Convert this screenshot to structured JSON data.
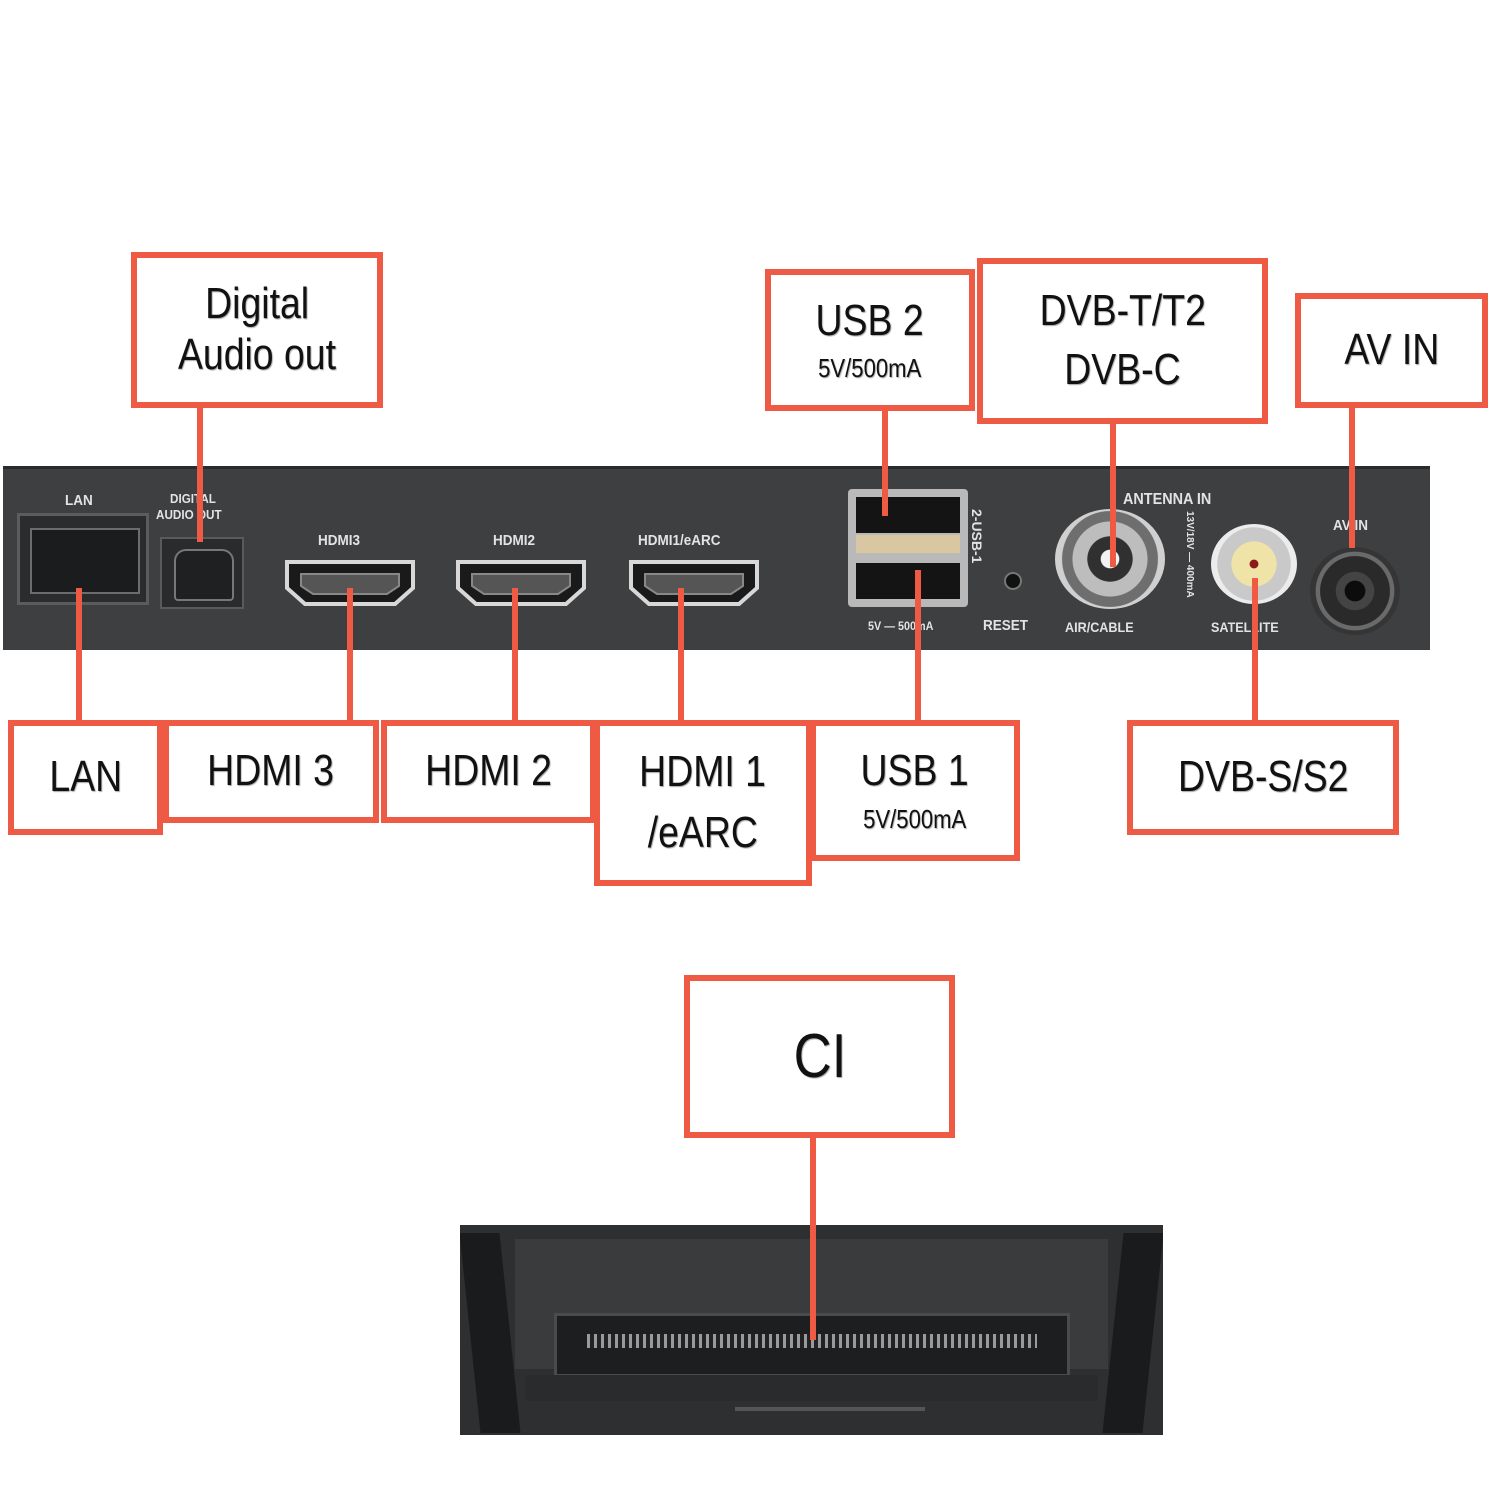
{
  "callouts": {
    "digital_audio_out": {
      "line1": "Digital",
      "line2": "Audio out"
    },
    "usb2": {
      "title": "USB 2",
      "spec": "5V/500mA"
    },
    "dvb_t": {
      "line1": "DVB-T/T2",
      "line2": "DVB-C"
    },
    "av_in": {
      "title": "AV IN"
    },
    "lan": {
      "title": "LAN"
    },
    "hdmi3": {
      "title": "HDMI 3"
    },
    "hdmi2": {
      "title": "HDMI 2"
    },
    "hdmi1": {
      "line1": "HDMI 1",
      "line2": "/eARC"
    },
    "usb1": {
      "title": "USB 1",
      "spec": "5V/500mA"
    },
    "dvb_s": {
      "title": "DVB-S/S2"
    },
    "ci": {
      "title": "CI"
    }
  },
  "panel": {
    "lan": "LAN",
    "digital_line1": "DIGITAL",
    "digital_line2": "AUDIO OUT",
    "hdmi3": "HDMI3",
    "hdmi2": "HDMI2",
    "hdmi1": "HDMI1/eARC",
    "usb": "2-USB-1",
    "usb_power": "5V — 500mA",
    "reset": "RESET",
    "antenna": "ANTENNA IN",
    "sat_power": "13V/18V — 400mA",
    "air_cable": "AIR/CABLE",
    "satellite": "SATELLITE",
    "av_in": "AV IN"
  },
  "colors": {
    "callout_border": "#ef5a44",
    "panel": "#3d3f41",
    "panel_text": "#e3e3e3"
  }
}
